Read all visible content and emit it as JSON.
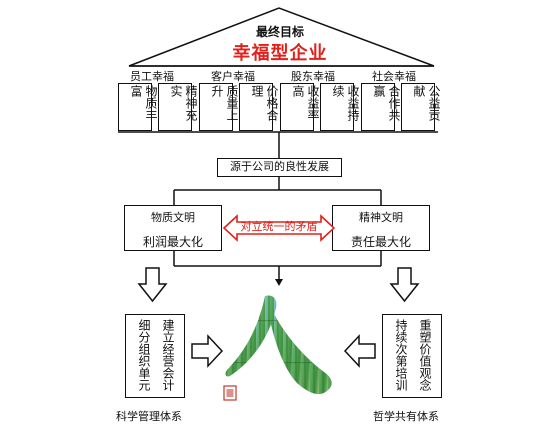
{
  "roof": {
    "top_label": "最终目标",
    "headline": "幸福型企业",
    "headline_color": "#e0211c"
  },
  "pillars": [
    {
      "title": "员工幸福",
      "items": [
        "物质丰富",
        "精神充实"
      ]
    },
    {
      "title": "客户幸福",
      "items": [
        "质量上升",
        "价格合理"
      ]
    },
    {
      "title": "股东幸福",
      "items": [
        "收益率高",
        "收益持续"
      ]
    },
    {
      "title": "社会幸福",
      "items": [
        "合作共赢",
        "公益贡献"
      ]
    }
  ],
  "source_box": "源于公司的良性发展",
  "left_civ": {
    "title": "物质文明",
    "subtitle": "利润最大化"
  },
  "right_civ": {
    "title": "精神文明",
    "subtitle": "责任最大化"
  },
  "conflict": {
    "label": "对立统一的矛盾",
    "color": "#e0211c"
  },
  "left_system": {
    "items": [
      "细分组织单元",
      "建立经营会计"
    ],
    "label": "科学管理体系"
  },
  "right_system": {
    "items": [
      "持续次第培训",
      "重塑价值观念"
    ],
    "label": "哲学共有体系"
  },
  "center_image": {
    "glyph": "人",
    "icon": "bamboo-person-character-image"
  }
}
